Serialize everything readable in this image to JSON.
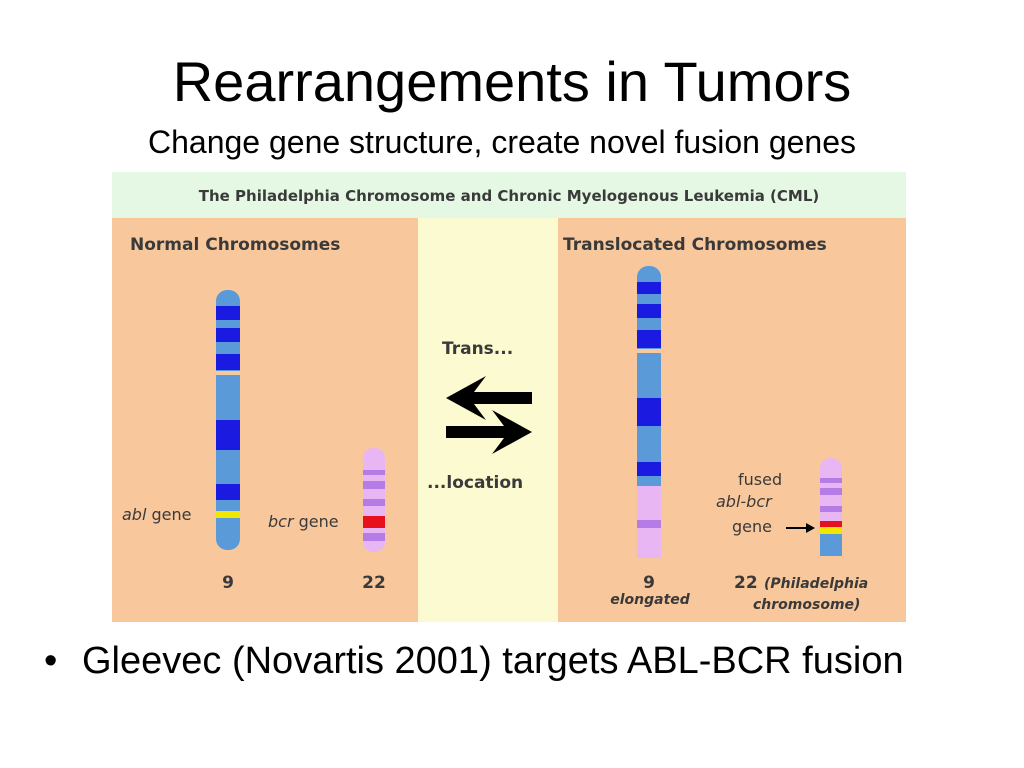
{
  "title": "Rearrangements in Tumors",
  "subtitle": "Change gene structure, create novel fusion genes",
  "figure": {
    "header": "The Philadelphia Chromosome and Chronic Myelogenous Leukemia (CML)",
    "left_panel_title": "Normal Chromosomes",
    "right_panel_title": "Translocated Chromosomes",
    "arrow_label_top": "Trans...",
    "arrow_label_bottom": "...location",
    "abl_italic": "abl",
    "gene_word": " gene",
    "bcr_italic": "bcr",
    "chr9_number": "9",
    "chr22_number": "22",
    "chr9_translocated_number": "9",
    "chr9_translocated_note": "elongated",
    "fused_line1": "fused",
    "fused_line2": "abl-bcr",
    "fused_line3": "gene",
    "chr22_translocated_number": "22",
    "philadelphia_line1": "(Philadelphia",
    "philadelphia_line2": "chromosome)",
    "colors": {
      "header_bg": "#e4f8e4",
      "panel_bg": "#f8c89c",
      "center_bg": "#fcfad0",
      "chr9_body": "#5b9ad8",
      "chr9_band": "#1a1ae0",
      "chr22_body": "#e8b6f2",
      "chr22_band": "#b57ce6",
      "abl_band": "#f2e600",
      "bcr_band": "#e8101c"
    }
  },
  "bullets": [
    {
      "marker": "•",
      "text": "Gleevec (Novartis 2001) targets ABL-BCR fusion"
    }
  ]
}
